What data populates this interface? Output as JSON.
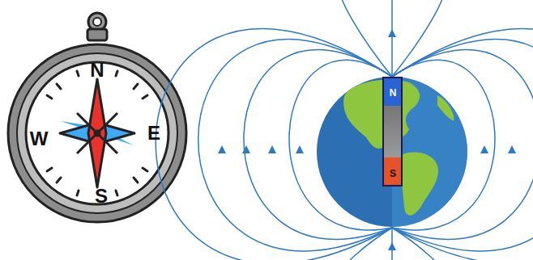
{
  "diagram": {
    "nodes": [
      {
        "text": [
          "N",
          "E",
          "S",
          "W"
        ]
      },
      {
        "text": [
          "N",
          "S"
        ]
      }
    ]
  }
}
